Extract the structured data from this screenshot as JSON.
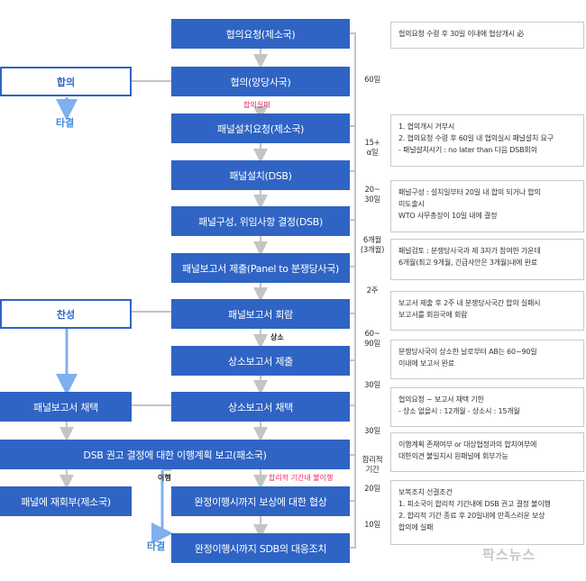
{
  "flow": {
    "consult_request": "협의요청(제소국)",
    "consult": "협의(양당사국)",
    "consult_fail": "합의실패",
    "panel_request": "패널설치요청(제소국)",
    "panel_setup": "패널설치(DSB)",
    "panel_compose": "패널구성, 위임사항 결정(DSB)",
    "panel_report_submit": "패널보고서 제출(Panel to 분쟁당사국)",
    "panel_report_circulate": "패널보고서 회람",
    "appeal_label": "상소",
    "appeal_report_submit": "상소보고서 제출",
    "appeal_report_adopt": "상소보고서 채택",
    "dsb_plan": "DSB 권고 결정에 대한 이행계획 보고(패소국)",
    "implement_label": "이행",
    "not_implement_label": "합리적 기간내 불이행",
    "compensation": "완정이행시까지 보상에 대한 협상",
    "sdb_measure": "완정이행시까지 SDB의 대응조치"
  },
  "left": {
    "agreement": "합의",
    "settled_top": "타결",
    "approve": "찬성",
    "panel_adopt": "패널보고서 채택",
    "panel_reconsult": "패널에 재회부(제소국)",
    "settled_bottom": "타결"
  },
  "durations": {
    "d60": "60일",
    "d15": "15+\nα일",
    "d20_30": "20~\n30일",
    "d6m": "6개월\n(3개월)",
    "d2w": "2주",
    "d60_90": "60~\n90일",
    "d30a": "30일",
    "d30b": "30일",
    "reasonable": "합리적\n기간",
    "d20": "20일",
    "d10": "10일"
  },
  "notes": {
    "n1": "협의요청 수령 후 30일 이내에 협상개시 必",
    "n2": "1. 협의개시 거부시\n2. 협의요청 수령 후 60일 내 협의실시 패널설치 요구\n- 패널설치시기 : no later than 다음 DSB회의",
    "n3": "패널구성 : 설치일부터 20일 내 합의 되거나 합의\n미도출시\nWTO 사무총장이 10일 내에 결정",
    "n4": "패널검토 : 분쟁당사국과 제 3자가 참여한 가운데\n6개월(최고 9개월, 긴급사안은 3개월)내에 완료",
    "n5": "보고서 제출 후 2주 내 분쟁당사국간 합의 실패시\n보고서를 회원국에 회람",
    "n6": "분쟁당사국이 상소한 날로부터 AB는 60~90일\n이내에 보고서 완료",
    "n7": "협의요청 ~ 보고서 채택 기한\n- 상소 없을시 : 12개월   - 상소시 : 15개월",
    "n8": "이행계획 존재여부 or 대상협정과의 합치여부에\n대한의견 불일치시 원패널에 회부가능",
    "n9": "보복조치 선결조건\n1. 피소국이 합리적 기간내에 DSB 권고 결정 불이행\n2. 합리적 기간 종료 후 20일내에 만족스러운 보상\n   합의에 실패"
  },
  "watermark": "팍스뉴스",
  "colors": {
    "box": "#2f64c4",
    "arrow": "#c4c4c4",
    "light_arrow": "#7fb0ee",
    "red": "#e8246b"
  }
}
